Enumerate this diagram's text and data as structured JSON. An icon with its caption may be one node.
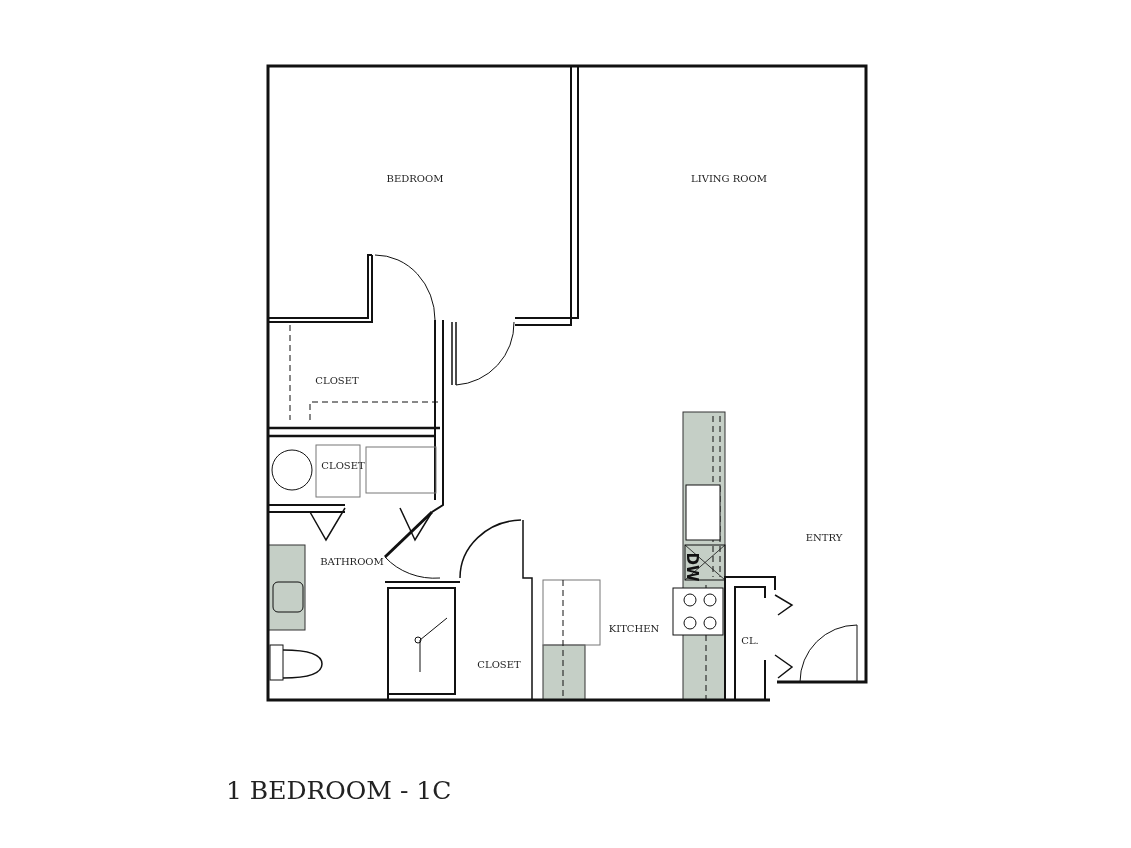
{
  "diagram": {
    "title": "1 BEDROOM - 1C",
    "labels": [
      "BEDROOM",
      "LIVING ROOM",
      "CLOSET",
      "CLOSET",
      "ENTRY",
      "BATHROOM",
      "DW",
      "KITCHEN",
      "CL.",
      "CLOSET"
    ]
  }
}
